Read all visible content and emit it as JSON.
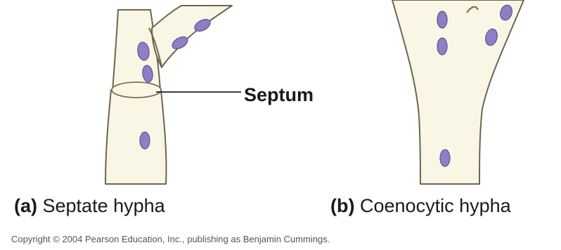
{
  "labels": {
    "septum": "Septum"
  },
  "captions": {
    "a": {
      "letter": "(a)",
      "text": "Septate hypha"
    },
    "b": {
      "letter": "(b)",
      "text": "Coenocytic hypha"
    }
  },
  "copyright": "Copyright © 2004 Pearson Education, Inc., publishing as Benjamin Cummings.",
  "colors": {
    "wall_fill": "#faf6e6",
    "wall_stroke": "#6d6550",
    "nucleus_fill": "#8d7fc4"
  }
}
